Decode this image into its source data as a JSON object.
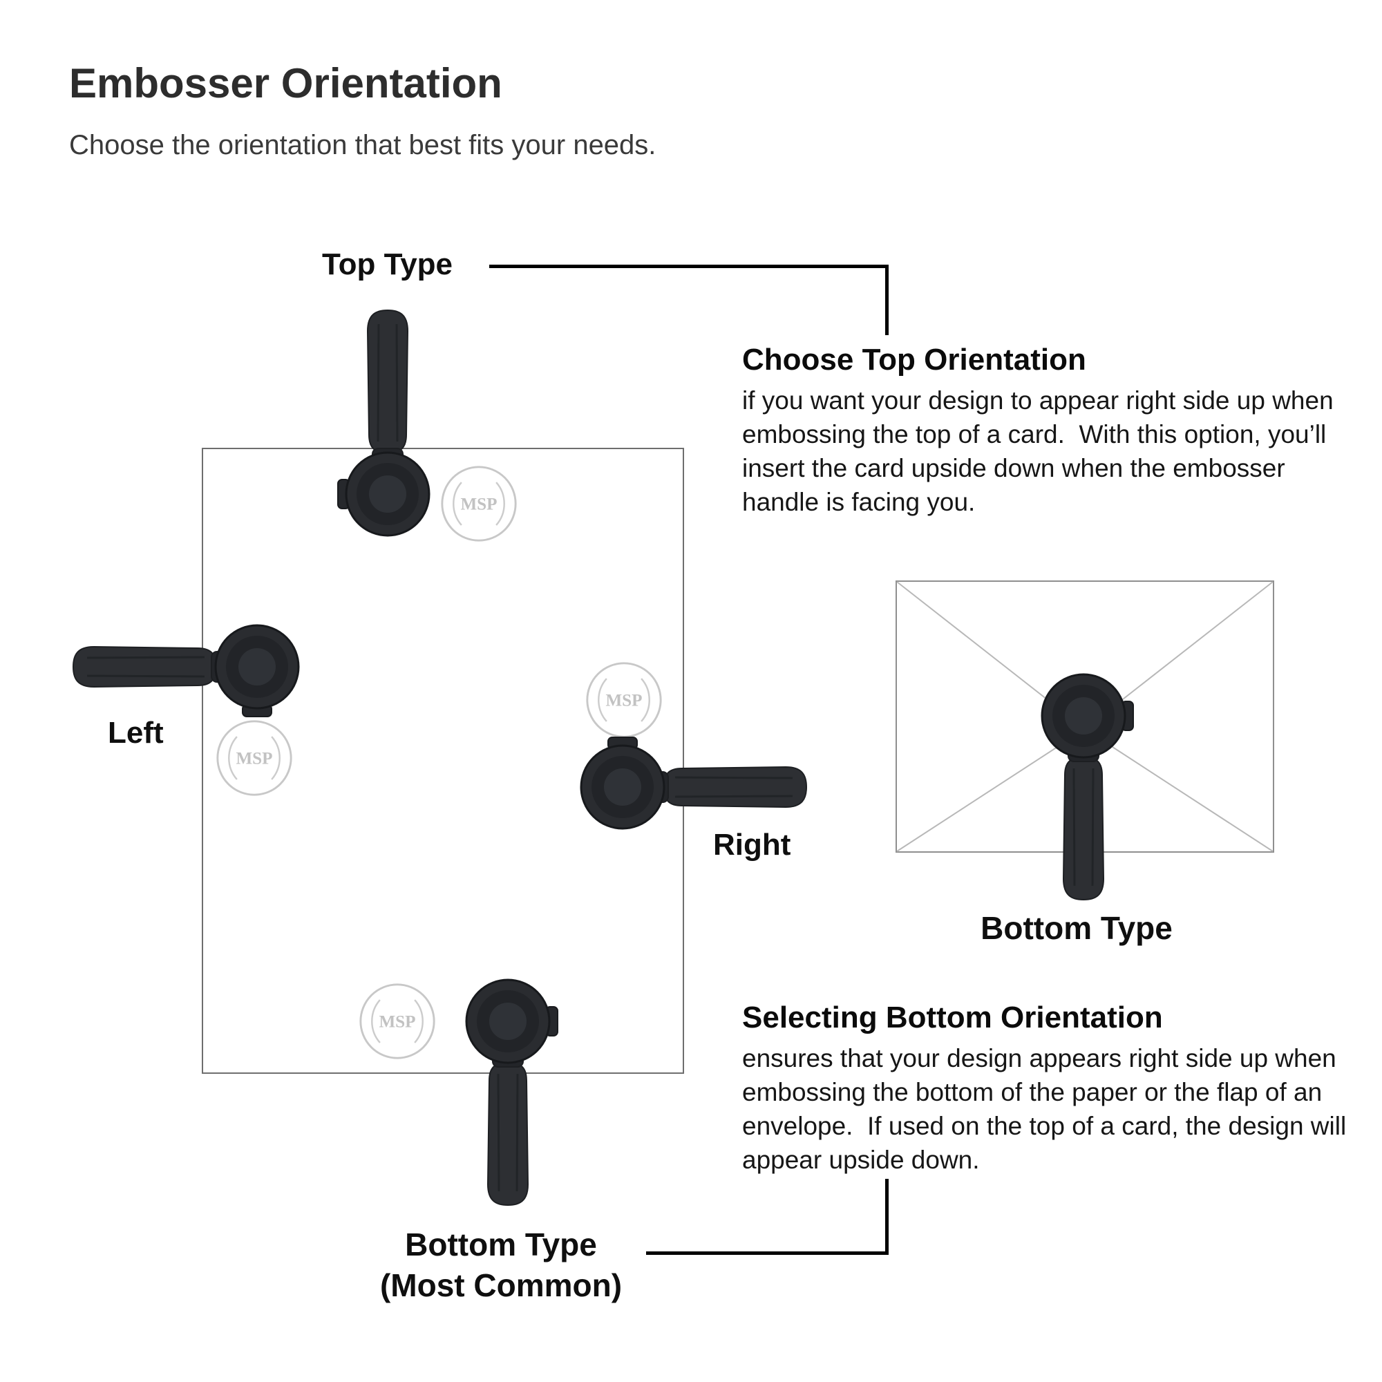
{
  "page": {
    "title": "Embosser Orientation",
    "subtitle": "Choose the orientation that best fits your needs."
  },
  "labels": {
    "top_type": "Top Type",
    "left": "Left",
    "right": "Right",
    "bottom_line1": "Bottom Type",
    "bottom_line2": "(Most Common)",
    "envelope_bottom": "Bottom Type"
  },
  "callouts": {
    "top": {
      "heading": "Choose Top Orientation",
      "body": "if you want your design to appear right side up when embossing the top of a card.  With this option, you’ll insert the card upside down when the embosser handle is facing you."
    },
    "bottom": {
      "heading": "Selecting Bottom Orientation",
      "body": "ensures that your design appears right side up when embossing the bottom of the paper or the flap of an envelope.  If used on the top of a card, the design will appear upside down."
    }
  },
  "seal": {
    "text": "MSP"
  },
  "colors": {
    "embosser_body": "#2b2d31",
    "seal": "#c8c8c8",
    "connector": "#000000",
    "card_border": "#6e6e6e",
    "envelope_border": "#8f8f8f"
  }
}
